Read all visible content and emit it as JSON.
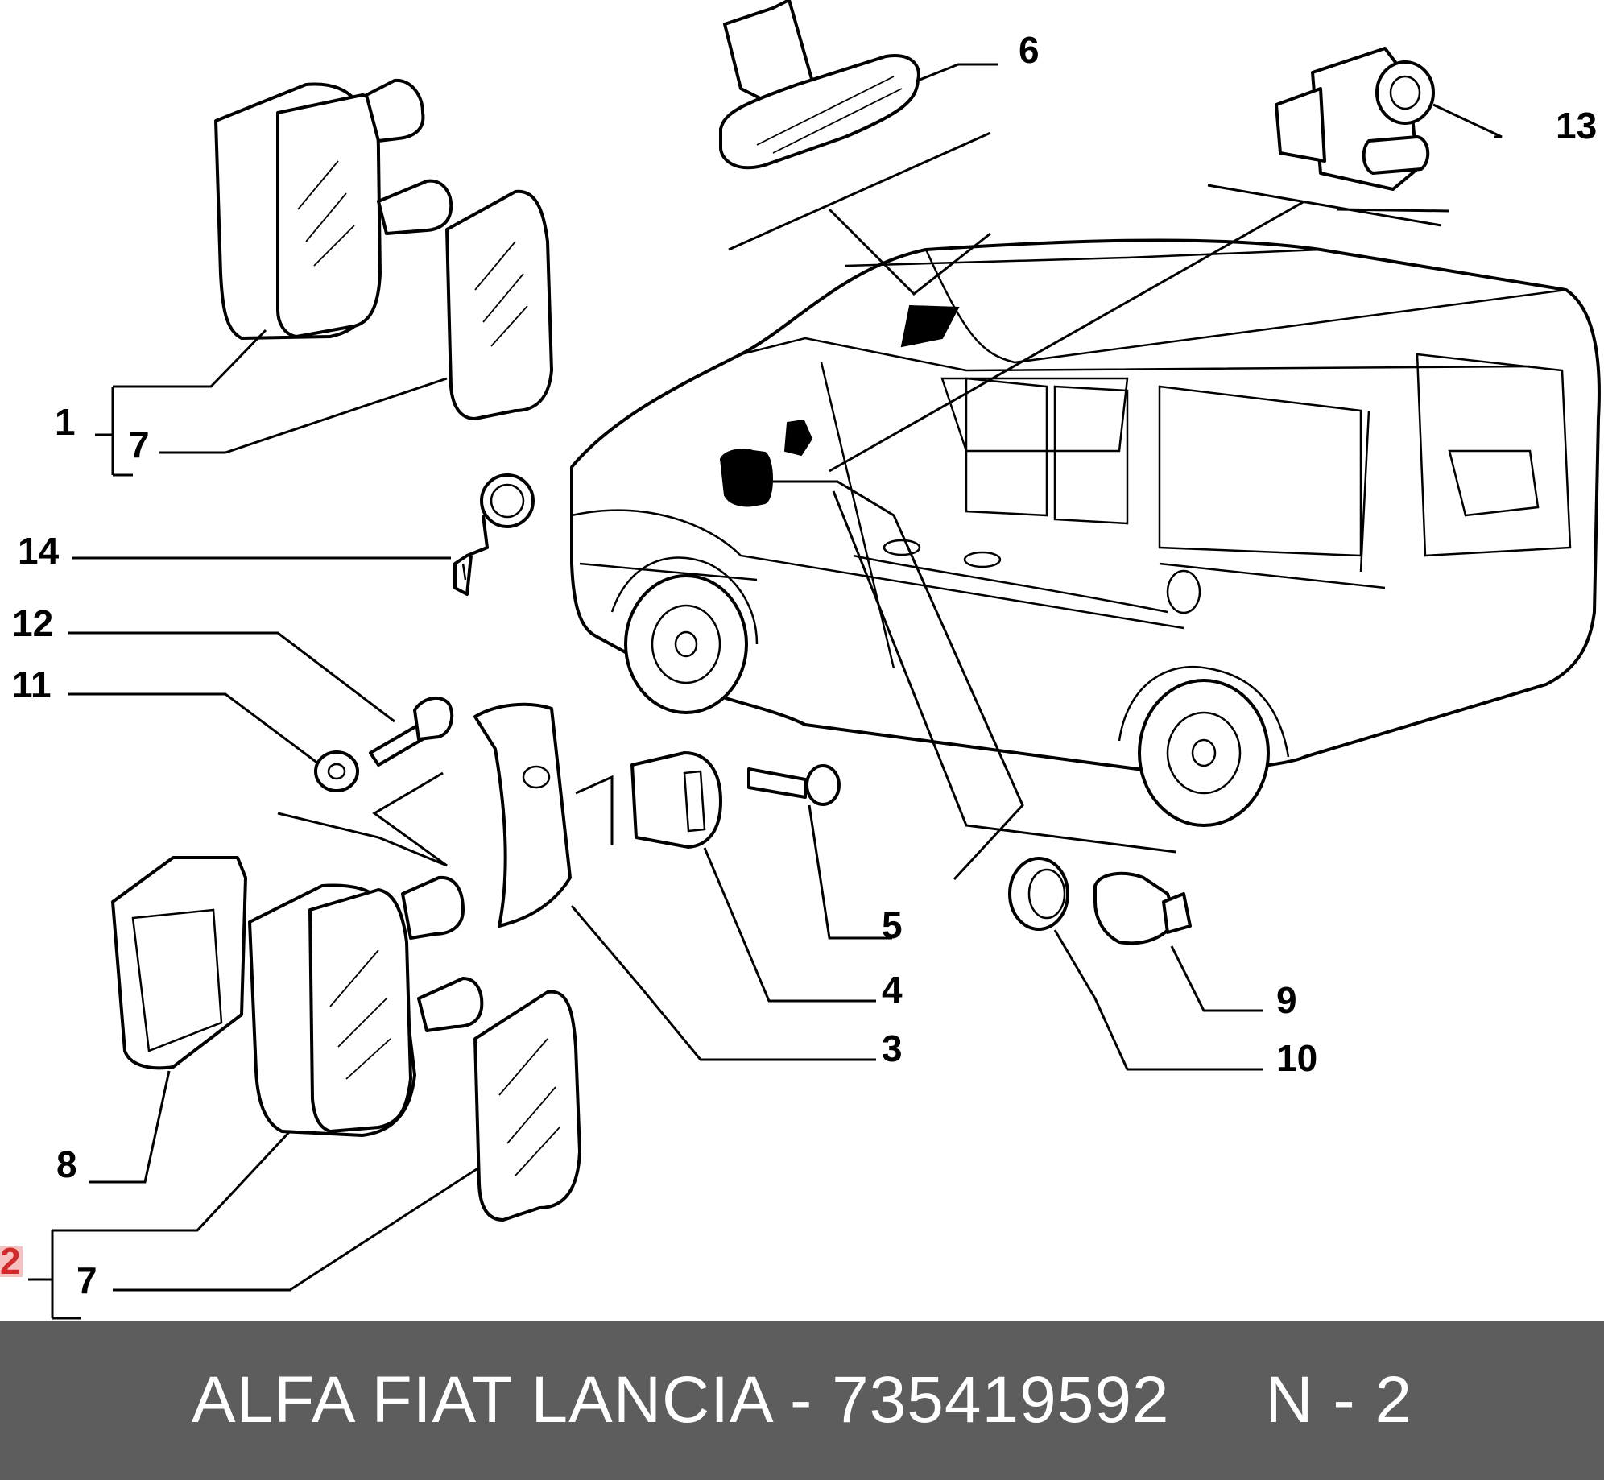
{
  "callouts": {
    "c1": "1",
    "c2": "2",
    "c3": "3",
    "c4": "4",
    "c5": "5",
    "c6": "6",
    "c7a": "7",
    "c7b": "7",
    "c8": "8",
    "c9": "9",
    "c10": "10",
    "c11": "11",
    "c12": "12",
    "c13": "13",
    "c14": "14"
  },
  "highlight_color": "#d12a2a",
  "footer": {
    "text": "ALFA FIAT LANCIA - 735419592     N - 2",
    "background": "#5d5d5d",
    "color": "#ffffff"
  }
}
